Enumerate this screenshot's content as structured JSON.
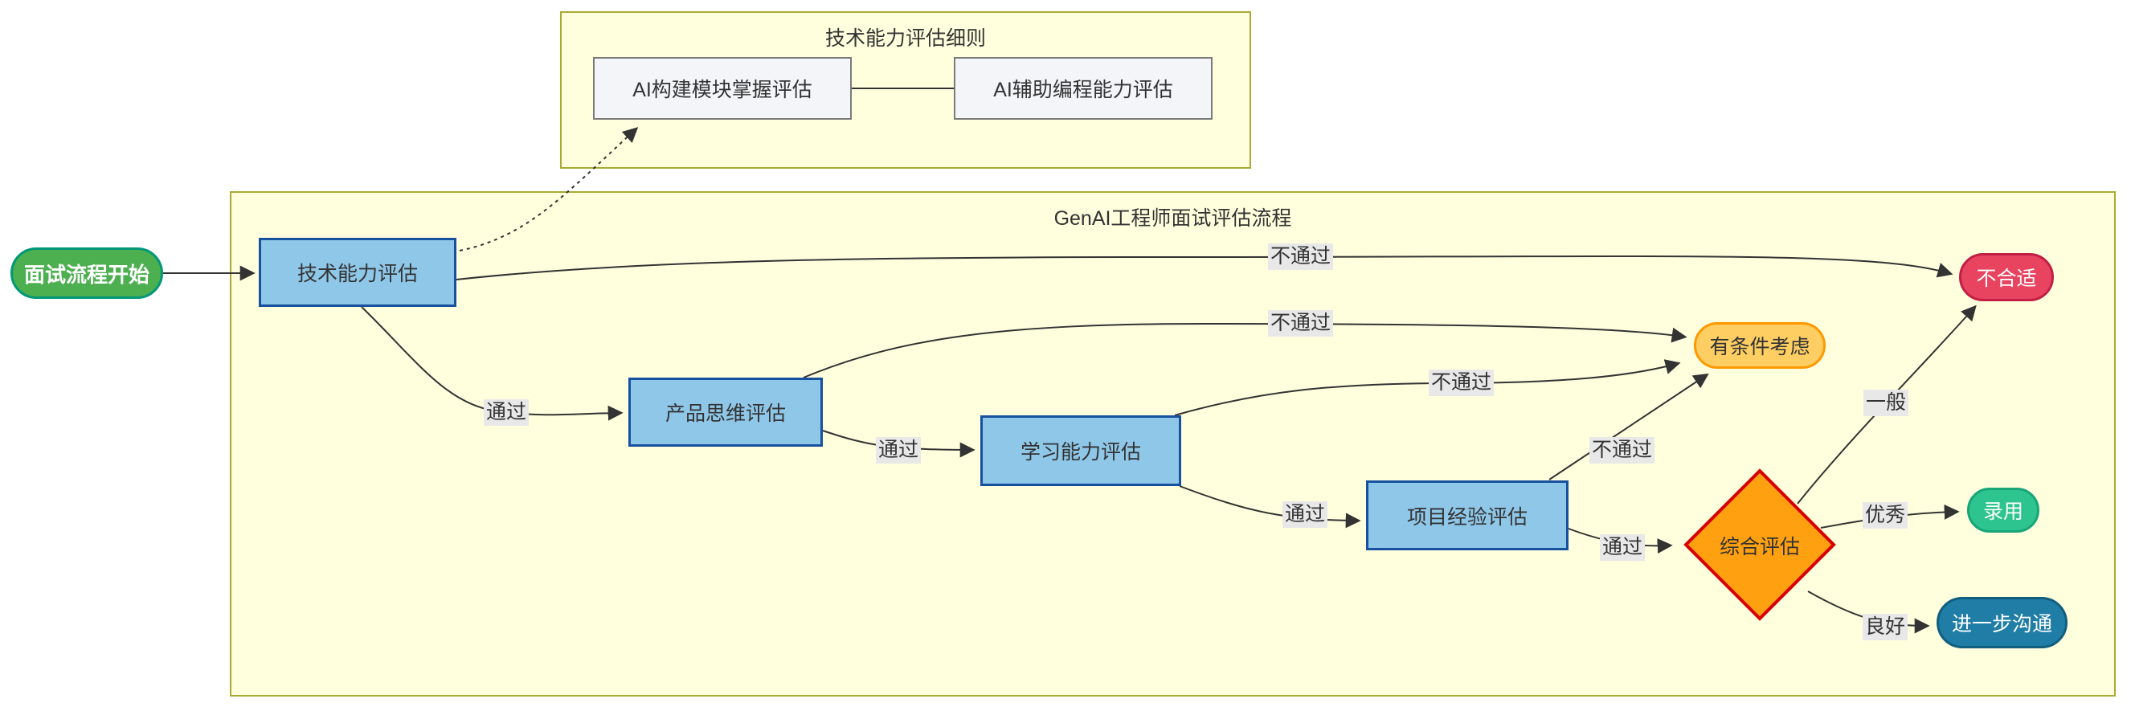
{
  "diagram": {
    "type": "flowchart",
    "direction": "left-to-right"
  },
  "subgraphs": {
    "detail_title": "技术能力评估细则",
    "main_title": "GenAI工程师面试评估流程"
  },
  "nodes": {
    "start": "面试流程开始",
    "tech": "技术能力评估",
    "product": "产品思维评估",
    "learning": "学习能力评估",
    "project": "项目经验评估",
    "overall": "综合评估",
    "conditional": "有条件考虑",
    "reject": "不合适",
    "hire": "录用",
    "further": "进一步沟通",
    "detail_build": "AI构建模块掌握评估",
    "detail_coding": "AI辅助编程能力评估"
  },
  "edge_labels": {
    "tech_fail": "不通过",
    "product_fail": "不通过",
    "learning_fail": "不通过",
    "project_fail": "不通过",
    "tech_pass": "通过",
    "product_pass": "通过",
    "learning_pass": "通过",
    "project_pass": "通过",
    "overall_average": "一般",
    "overall_excellent": "优秀",
    "overall_good": "良好"
  },
  "colors": {
    "subgraph_bg": "#ffffde",
    "subgraph_border": "#aaaa33",
    "process_fill": "#8fc7e8",
    "process_border": "#17509e",
    "detail_fill": "#f4f5f9",
    "detail_border": "#7b7b7b",
    "start_fill": "#4caf50",
    "start_border": "#009878",
    "decision_fill": "#ffa010",
    "decision_border": "#d60000",
    "conditional_fill": "#ffce63",
    "conditional_border": "#ff9800",
    "reject_fill": "#e8435f",
    "reject_border": "#c21f45",
    "hire_fill": "#2ec48f",
    "hire_border": "#18a578",
    "further_fill": "#1f7da6",
    "further_border": "#125e7e",
    "edge_stroke": "#333333",
    "edge_label_bg": "#e8e8e8",
    "text": "#333333"
  }
}
